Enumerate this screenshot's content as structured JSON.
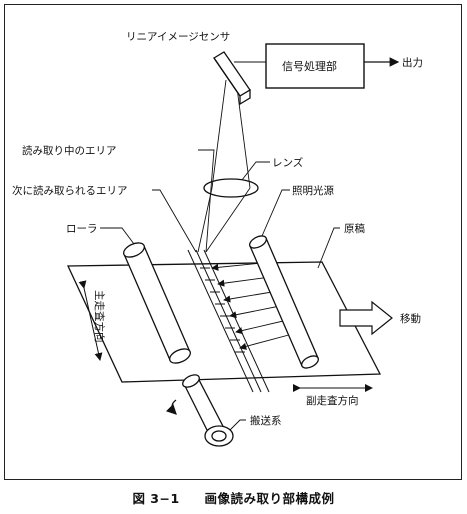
{
  "labels": {
    "sensor": "リニアイメージセンサ",
    "signal_processing": "信号処理部",
    "output": "出力",
    "reading_area": "読み取り中のエリア",
    "next_area": "次に読み取られるエリア",
    "lens": "レンズ",
    "illumination": "照明光源",
    "roller": "ローラ",
    "document": "原稿",
    "main_scan": "主走査方向",
    "move": "移動",
    "sub_scan": "副走査方向",
    "transport": "搬送系"
  },
  "caption": {
    "number": "図 3−1",
    "title": "画像読み取り部構成例"
  }
}
